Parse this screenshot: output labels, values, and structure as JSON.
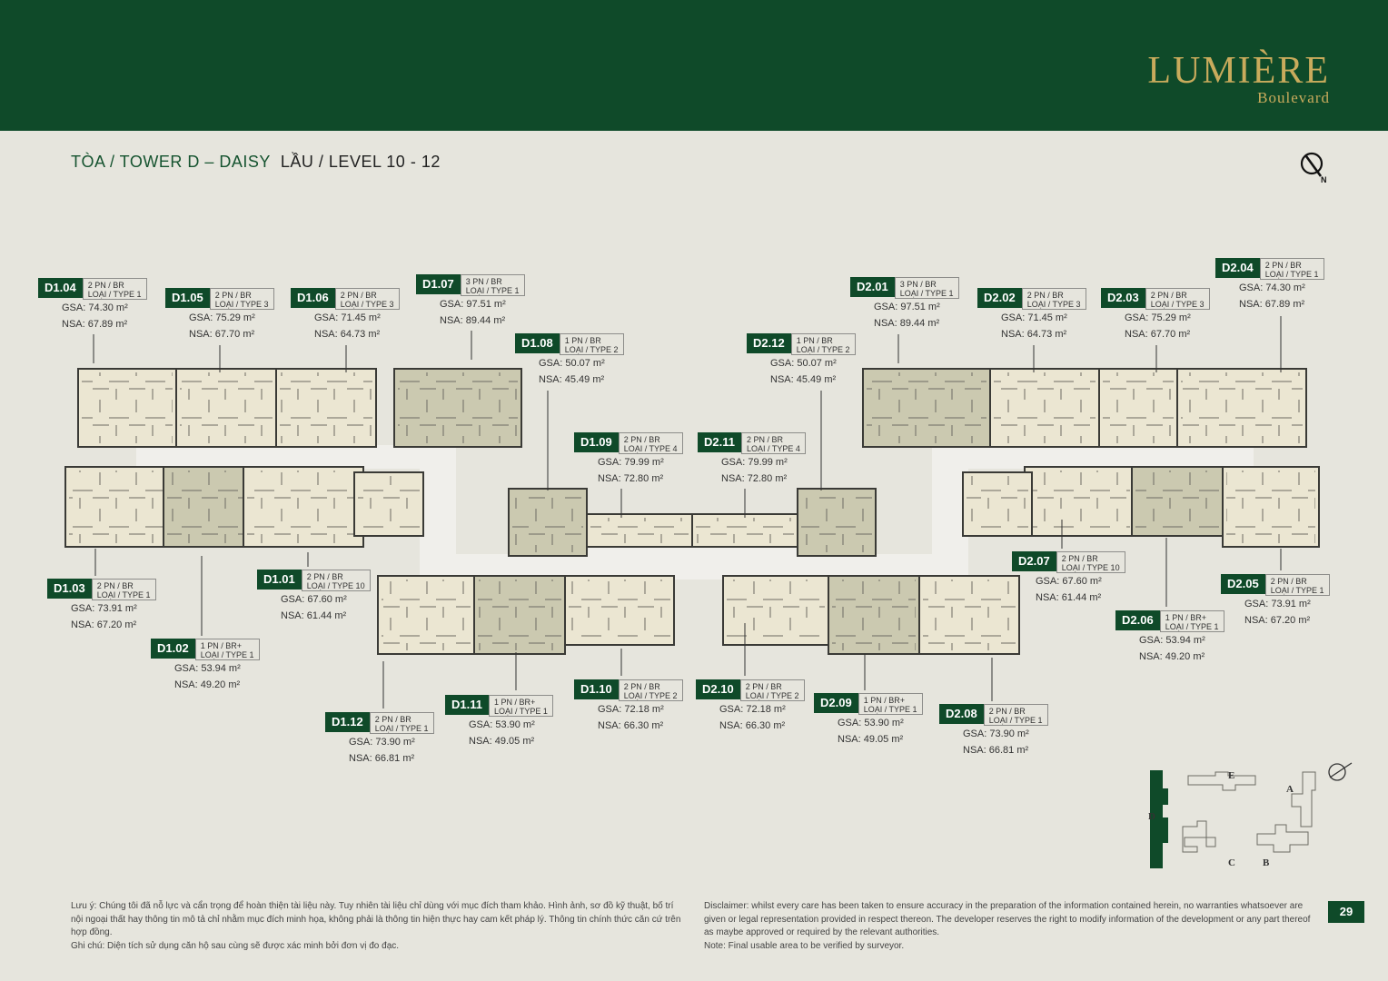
{
  "brand": {
    "name": "LUMIÈRE",
    "sub": "Boulevard"
  },
  "title": {
    "part1": "TÒA / TOWER D – DAISY",
    "part2": "LẦU / LEVEL 10 - 12"
  },
  "compass": {
    "letter": "N"
  },
  "units": [
    {
      "code": "D1.04",
      "rooms": "2 PN / BR",
      "type": "LOẠI / TYPE 1",
      "gsa": "GSA: 74.30 m²",
      "nsa": "NSA: 67.89 m²"
    },
    {
      "code": "D1.05",
      "rooms": "2 PN / BR",
      "type": "LOẠI / TYPE 3",
      "gsa": "GSA: 75.29 m²",
      "nsa": "NSA: 67.70 m²"
    },
    {
      "code": "D1.06",
      "rooms": "2 PN / BR",
      "type": "LOẠI / TYPE 3",
      "gsa": "GSA: 71.45 m²",
      "nsa": "NSA: 64.73 m²"
    },
    {
      "code": "D1.07",
      "rooms": "3 PN / BR",
      "type": "LOẠI / TYPE 1",
      "gsa": "GSA: 97.51 m²",
      "nsa": "NSA: 89.44 m²"
    },
    {
      "code": "D1.08",
      "rooms": "1 PN / BR",
      "type": "LOẠI / TYPE 2",
      "gsa": "GSA: 50.07 m²",
      "nsa": "NSA: 45.49 m²"
    },
    {
      "code": "D1.09",
      "rooms": "2 PN / BR",
      "type": "LOẠI / TYPE 4",
      "gsa": "GSA: 79.99 m²",
      "nsa": "NSA: 72.80 m²"
    },
    {
      "code": "D2.11",
      "rooms": "2 PN / BR",
      "type": "LOẠI / TYPE 4",
      "gsa": "GSA: 79.99 m²",
      "nsa": "NSA: 72.80 m²"
    },
    {
      "code": "D2.12",
      "rooms": "1 PN / BR",
      "type": "LOẠI / TYPE 2",
      "gsa": "GSA: 50.07 m²",
      "nsa": "NSA: 45.49 m²"
    },
    {
      "code": "D2.01",
      "rooms": "3 PN / BR",
      "type": "LOẠI / TYPE 1",
      "gsa": "GSA: 97.51 m²",
      "nsa": "NSA: 89.44 m²"
    },
    {
      "code": "D2.02",
      "rooms": "2 PN / BR",
      "type": "LOẠI / TYPE 3",
      "gsa": "GSA: 71.45 m²",
      "nsa": "NSA: 64.73 m²"
    },
    {
      "code": "D2.03",
      "rooms": "2 PN / BR",
      "type": "LOẠI / TYPE 3",
      "gsa": "GSA: 75.29 m²",
      "nsa": "NSA: 67.70 m²"
    },
    {
      "code": "D2.04",
      "rooms": "2 PN / BR",
      "type": "LOẠI / TYPE 1",
      "gsa": "GSA: 74.30 m²",
      "nsa": "NSA: 67.89 m²"
    },
    {
      "code": "D1.03",
      "rooms": "2 PN / BR",
      "type": "LOẠI / TYPE 1",
      "gsa": "GSA: 73.91 m²",
      "nsa": "NSA: 67.20 m²"
    },
    {
      "code": "D1.02",
      "rooms": "1 PN / BR+",
      "type": "LOẠI / TYPE 1",
      "gsa": "GSA: 53.94 m²",
      "nsa": "NSA: 49.20 m²"
    },
    {
      "code": "D1.01",
      "rooms": "2 PN / BR",
      "type": "LOẠI / TYPE 10",
      "gsa": "GSA: 67.60 m²",
      "nsa": "NSA: 61.44 m²"
    },
    {
      "code": "D1.12",
      "rooms": "2 PN / BR",
      "type": "LOẠI / TYPE 1",
      "gsa": "GSA: 73.90 m²",
      "nsa": "NSA: 66.81 m²"
    },
    {
      "code": "D1.11",
      "rooms": "1 PN / BR+",
      "type": "LOẠI / TYPE 1",
      "gsa": "GSA: 53.90 m²",
      "nsa": "NSA: 49.05 m²"
    },
    {
      "code": "D1.10",
      "rooms": "2 PN / BR",
      "type": "LOẠI / TYPE 2",
      "gsa": "GSA: 72.18 m²",
      "nsa": "NSA: 66.30 m²"
    },
    {
      "code": "D2.10",
      "rooms": "2 PN / BR",
      "type": "LOẠI / TYPE 2",
      "gsa": "GSA: 72.18 m²",
      "nsa": "NSA: 66.30 m²"
    },
    {
      "code": "D2.09",
      "rooms": "1 PN / BR+",
      "type": "LOẠI / TYPE 1",
      "gsa": "GSA: 53.90 m²",
      "nsa": "NSA: 49.05 m²"
    },
    {
      "code": "D2.08",
      "rooms": "2 PN / BR",
      "type": "LOẠI / TYPE 1",
      "gsa": "GSA: 73.90 m²",
      "nsa": "NSA: 66.81 m²"
    },
    {
      "code": "D2.07",
      "rooms": "2 PN / BR",
      "type": "LOẠI / TYPE 10",
      "gsa": "GSA: 67.60 m²",
      "nsa": "NSA: 61.44 m²"
    },
    {
      "code": "D2.06",
      "rooms": "1 PN / BR+",
      "type": "LOẠI / TYPE 1",
      "gsa": "GSA: 53.94 m²",
      "nsa": "NSA: 49.20 m²"
    },
    {
      "code": "D2.05",
      "rooms": "2 PN / BR",
      "type": "LOẠI / TYPE 1",
      "gsa": "GSA: 73.91 m²",
      "nsa": "NSA: 67.20 m²"
    }
  ],
  "keymap": {
    "e": "E",
    "a": "A",
    "d": "D",
    "c": "C",
    "b": "B"
  },
  "notes": {
    "vn1": "Lưu ý: Chúng tôi đã nỗ lực và cẩn trọng để hoàn thiện tài liệu này. Tuy nhiên tài liệu chỉ dùng với mục đích tham khảo. Hình ảnh, sơ đồ kỹ thuật, bố trí nội ngoại thất hay thông tin mô tả chỉ nhằm mục đích minh họa, không phải là thông tin hiện thực hay cam kết pháp lý. Thông tin chính thức căn cứ trên hợp đồng.",
    "vn2": "Ghi chú: Diện tích sử dụng căn hộ sau cùng sẽ được xác minh bởi đơn vị đo đạc.",
    "en1": "Disclaimer: whilst every care has been taken to ensure accuracy in the preparation of the information contained herein, no warranties whatsoever are given or legal representation provided in respect thereon. The developer reserves the right to modify information of the development or any part thereof as maybe approved or required by the relevant authorities.",
    "en2": "Note: Final usable area to be verified by surveyor."
  },
  "page_number": "29",
  "colors": {
    "brand_green": "#0f4a29",
    "gold": "#c9ab5c",
    "page_bg": "#e6e5dd",
    "unit_fill": "#ebe6d2",
    "unit_fill_dark": "#cbc9b0"
  }
}
